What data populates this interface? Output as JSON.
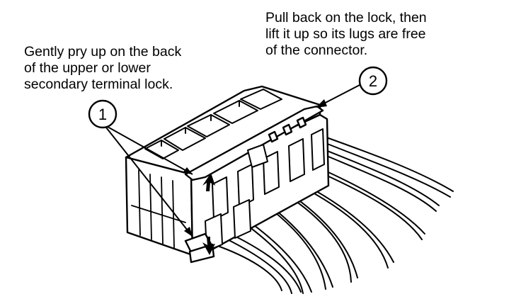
{
  "callout_1": {
    "number": "1",
    "lines": [
      "Gently pry up on the back",
      "of the upper or lower",
      "secondary terminal lock."
    ]
  },
  "callout_2": {
    "number": "2",
    "lines": [
      "Pull back on the lock, then",
      "lift it up so its lugs are free",
      "of the connector."
    ]
  },
  "colors": {
    "ink": "#000000",
    "paper": "#ffffff"
  },
  "illustration": "electrical-connector-with-secondary-terminal-lock"
}
